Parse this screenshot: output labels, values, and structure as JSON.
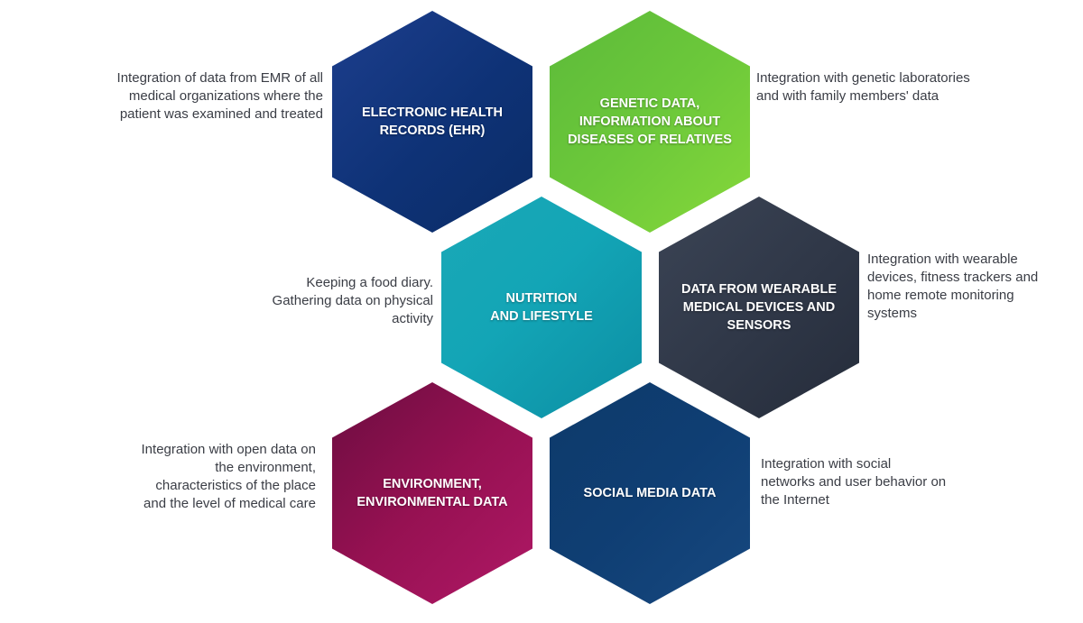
{
  "hexagons": {
    "ehr": {
      "title": "ELECTRONIC HEALTH\nRECORDS (EHR)",
      "color": "#0e3276"
    },
    "genetic": {
      "title": "GENETIC DATA,\nINFORMATION ABOUT\nDISEASES OF RELATIVES",
      "color": "#6cc83a"
    },
    "nutrition": {
      "title": "NUTRITION\nAND LIFESTYLE",
      "color": "#13a5b6"
    },
    "wearable": {
      "title": "DATA FROM WEARABLE\nMEDICAL DEVICES AND\nSENSORS",
      "color": "#2f3747"
    },
    "environment": {
      "title": "ENVIRONMENT,\nENVIRONMENTAL DATA",
      "color": "#961152"
    },
    "social": {
      "title": "SOCIAL MEDIA DATA",
      "color": "#0f3e73"
    }
  },
  "descriptions": {
    "ehr": "Integration of data from EMR of all\nmedical organizations where the\npatient was examined and treated",
    "genetic": "Integration with genetic laboratories\nand with family members' data",
    "nutrition": "Keeping a food diary.\nGathering data on physical\nactivity",
    "wearable": "Integration with wearable\ndevices, fitness trackers and\nhome remote monitoring\nsystems",
    "environment": "Integration with open data on\nthe environment,\ncharacteristics of the place\nand the level of medical care",
    "social": "Integration with social\nnetworks and user behavior on\nthe Internet"
  }
}
